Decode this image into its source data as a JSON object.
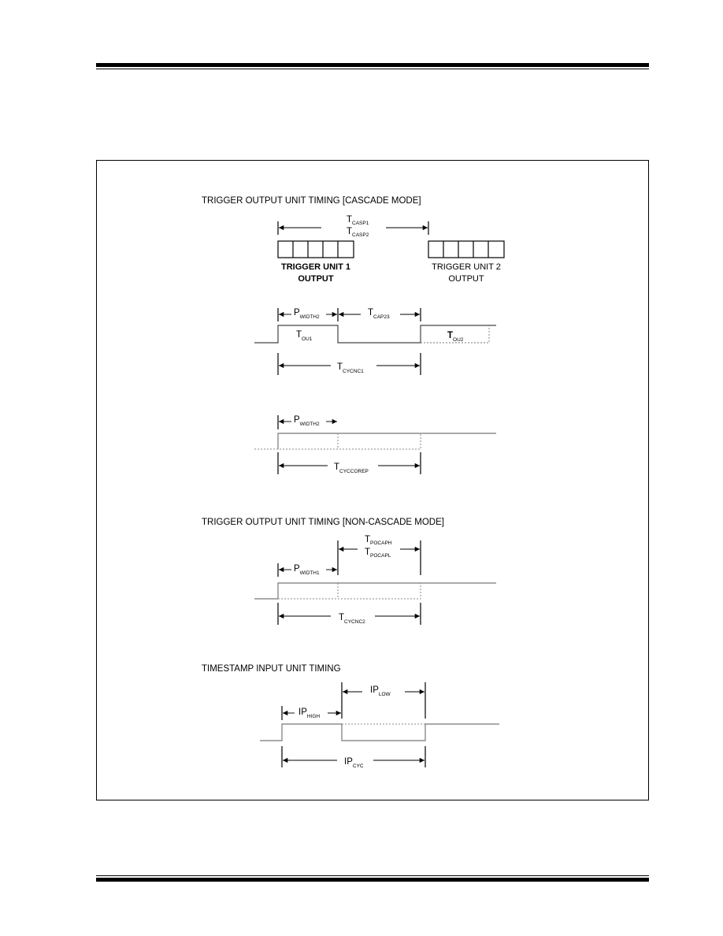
{
  "figure": {
    "sections": {
      "cascade": {
        "heading": "TRIGGER OUTPUT UNIT TIMING [CASCADE MODE]",
        "t_casp1": {
          "main": "T",
          "sub": "CASP1"
        },
        "t_casp2": {
          "main": "T",
          "sub": "CASP2"
        },
        "unit1_line1": "TRIGGER UNIT 1",
        "unit1_line2": "OUTPUT",
        "unit2_line1": "TRIGGER UNIT 2",
        "unit2_line2": "OUTPUT",
        "p_width2": {
          "main": "P",
          "sub": "WIDTH2"
        },
        "t_cap23": {
          "main": "T",
          "sub": "CAP23"
        },
        "t_ou1": {
          "main": "T",
          "sub": "OU1"
        },
        "t_ou2": {
          "main": "T",
          "sub": "OU2"
        },
        "t_cycnc1": {
          "main": "T",
          "sub": "CYCNC1"
        },
        "p_width2_b": {
          "main": "P",
          "sub": "WIDTH2"
        },
        "t_cyccorep": {
          "main": "T",
          "sub": "CYCCOREP"
        }
      },
      "noncascade": {
        "heading": "TRIGGER OUTPUT UNIT TIMING [NON-CASCADE MODE]",
        "t_pocaph": {
          "main": "T",
          "sub": "POCAPH"
        },
        "t_pocapl": {
          "main": "T",
          "sub": "POCAPL"
        },
        "p_width1": {
          "main": "P",
          "sub": "WIDTH1"
        },
        "t_cycnc2": {
          "main": "T",
          "sub": "CYCNC2"
        }
      },
      "timestamp": {
        "heading": "TIMESTAMP INPUT UNIT TIMING",
        "ip_low": {
          "main": "IP",
          "sub": "LOW"
        },
        "ip_high": {
          "main": "IP",
          "sub": "HIGH"
        },
        "ip_cyc": {
          "main": "IP",
          "sub": "CYC"
        }
      }
    }
  }
}
